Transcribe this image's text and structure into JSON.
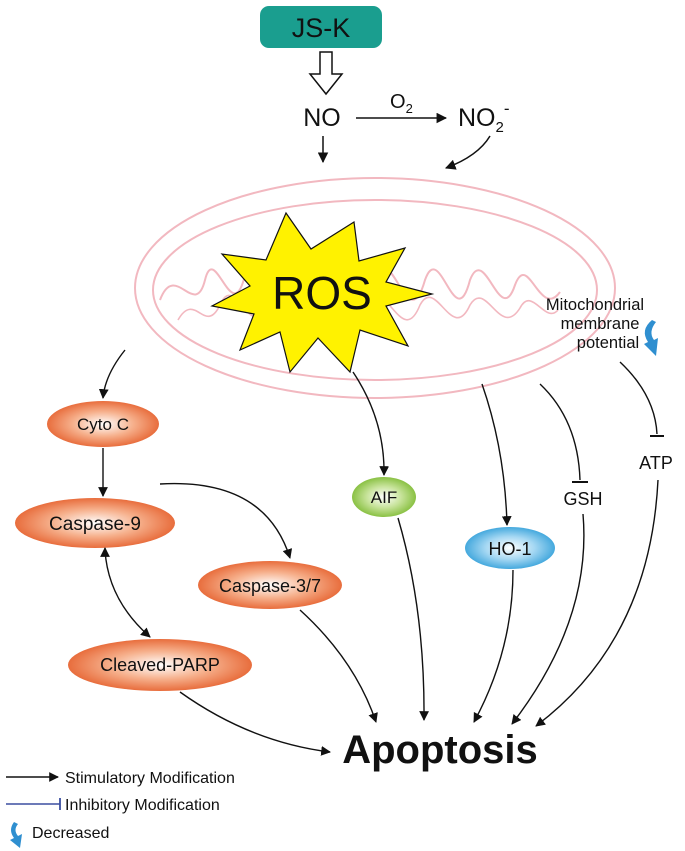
{
  "nodes": {
    "jsk": "JS-K",
    "no": "NO",
    "o2": "O",
    "o2_sub": "2",
    "no2": "NO",
    "no2_sub": "2",
    "no2_sup": "-",
    "ros": "ROS",
    "mmp_line1": "Mitochondrial",
    "mmp_line2": "membrane",
    "mmp_line3": "potential",
    "cytoc": "Cyto C",
    "casp9": "Caspase-9",
    "casp37": "Caspase-3/7",
    "parp": "Cleaved-PARP",
    "aif": "AIF",
    "ho1": "HO-1",
    "gsh": "GSH",
    "atp": "ATP",
    "apoptosis": "Apoptosis"
  },
  "legend": {
    "stimulatory": "Stimulatory Modification",
    "inhibitory": "Inhibitory Modification",
    "decreased": "Decreased"
  },
  "colors": {
    "teal": "#1a9e8f",
    "orange": "#e8541c",
    "green": "#7dbb2a",
    "blue": "#1f9ad6",
    "mito": "#f2b8c0",
    "star": "#fff200",
    "decrease_arrow": "#2f8fd0",
    "inhibit_line": "#3b4fa0"
  }
}
